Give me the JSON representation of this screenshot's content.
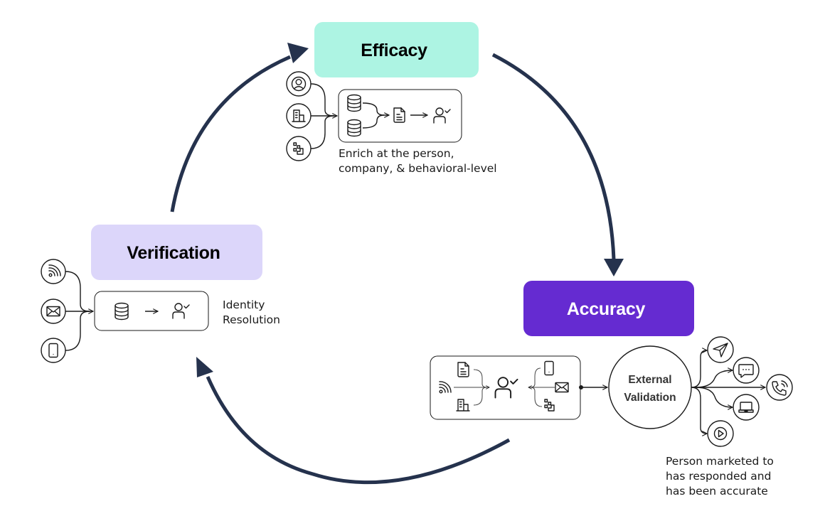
{
  "colors": {
    "cycle_arrow": "#25324d",
    "efficacy_bg": "#adf4e3",
    "verification_bg": "#dcd6fa",
    "accuracy_bg": "#652bd1",
    "stage_text_dark": "#000000",
    "stage_text_light": "#ffffff",
    "line": "#1a1a1a"
  },
  "stages": {
    "efficacy": {
      "label": "Efficacy",
      "caption_lines": [
        "Enrich at the person,",
        "company, & behavioral-level"
      ],
      "inputs": [
        "person-icon",
        "building-icon",
        "behavior-icon"
      ],
      "flow": [
        "database-icon",
        "database-icon",
        "document-icon",
        "verified-user-icon"
      ]
    },
    "verification": {
      "label": "Verification",
      "caption_lines": [
        "Identity",
        "Resolution"
      ],
      "inputs": [
        "wifi-signal-icon",
        "email-icon",
        "mobile-phone-icon"
      ],
      "flow": [
        "database-icon",
        "arrow-right-icon",
        "verified-user-icon"
      ]
    },
    "accuracy": {
      "label": "Accuracy",
      "left_inputs": [
        "document-icon",
        "wifi-signal-icon",
        "building-icon"
      ],
      "right_inputs": [
        "mobile-phone-icon",
        "email-icon",
        "behavior-icon"
      ],
      "center": "verified-user-icon",
      "validation_lines": [
        "External",
        "Validation"
      ],
      "outputs": [
        "send-icon",
        "chat-icon",
        "phone-call-icon",
        "laptop-icon",
        "play-icon"
      ],
      "caption_lines": [
        "Person marketed to",
        "has responded and",
        "has been accurate"
      ]
    }
  }
}
